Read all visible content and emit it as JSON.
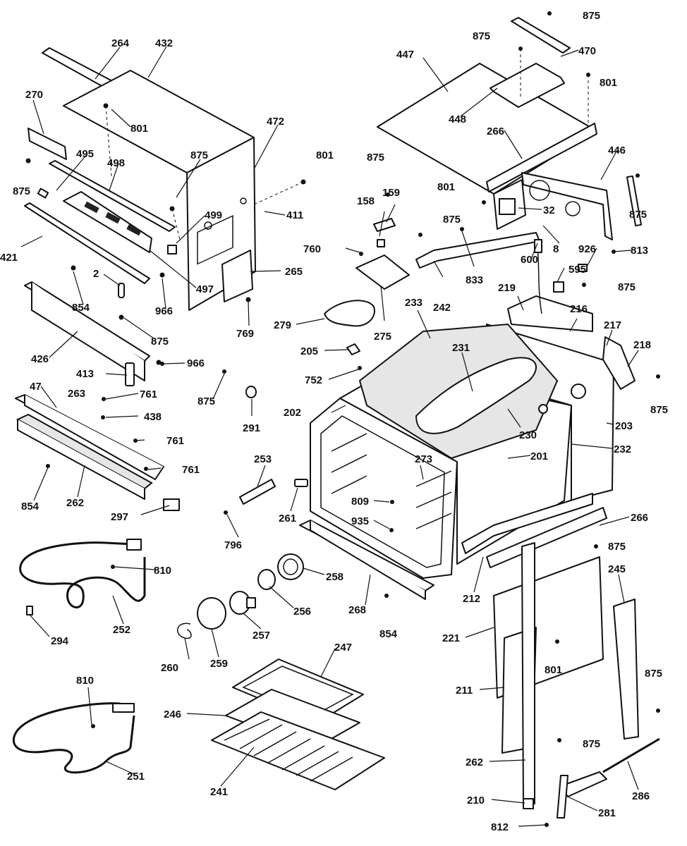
{
  "diagram": {
    "callouts": [
      {
        "id": "264",
        "label": "264"
      },
      {
        "id": "432",
        "label": "432"
      },
      {
        "id": "270",
        "label": "270"
      },
      {
        "id": "801",
        "label": "801"
      },
      {
        "id": "472",
        "label": "472"
      },
      {
        "id": "875",
        "label": "875"
      },
      {
        "id": "495",
        "label": "495"
      },
      {
        "id": "498",
        "label": "498"
      },
      {
        "id": "499",
        "label": "499"
      },
      {
        "id": "411",
        "label": "411"
      },
      {
        "id": "421",
        "label": "421"
      },
      {
        "id": "2",
        "label": "2"
      },
      {
        "id": "497",
        "label": "497"
      },
      {
        "id": "265",
        "label": "265"
      },
      {
        "id": "854",
        "label": "854"
      },
      {
        "id": "966",
        "label": "966"
      },
      {
        "id": "769",
        "label": "769"
      },
      {
        "id": "426",
        "label": "426"
      },
      {
        "id": "413",
        "label": "413"
      },
      {
        "id": "47",
        "label": "47"
      },
      {
        "id": "263",
        "label": "263"
      },
      {
        "id": "761",
        "label": "761"
      },
      {
        "id": "438",
        "label": "438"
      },
      {
        "id": "262",
        "label": "262"
      },
      {
        "id": "297",
        "label": "297"
      },
      {
        "id": "810",
        "label": "810"
      },
      {
        "id": "294",
        "label": "294"
      },
      {
        "id": "252",
        "label": "252"
      },
      {
        "id": "251",
        "label": "251"
      },
      {
        "id": "260",
        "label": "260"
      },
      {
        "id": "259",
        "label": "259"
      },
      {
        "id": "257",
        "label": "257"
      },
      {
        "id": "256",
        "label": "256"
      },
      {
        "id": "258",
        "label": "258"
      },
      {
        "id": "247",
        "label": "247"
      },
      {
        "id": "246",
        "label": "246"
      },
      {
        "id": "241",
        "label": "241"
      },
      {
        "id": "268",
        "label": "268"
      },
      {
        "id": "212",
        "label": "212"
      },
      {
        "id": "221",
        "label": "221"
      },
      {
        "id": "211",
        "label": "211"
      },
      {
        "id": "210",
        "label": "210"
      },
      {
        "id": "812",
        "label": "812"
      },
      {
        "id": "281",
        "label": "281"
      },
      {
        "id": "286",
        "label": "286"
      },
      {
        "id": "245",
        "label": "245"
      },
      {
        "id": "266",
        "label": "266"
      },
      {
        "id": "470",
        "label": "470"
      },
      {
        "id": "447",
        "label": "447"
      },
      {
        "id": "448",
        "label": "448"
      },
      {
        "id": "446",
        "label": "446"
      },
      {
        "id": "32",
        "label": "32"
      },
      {
        "id": "8",
        "label": "8"
      },
      {
        "id": "926",
        "label": "926"
      },
      {
        "id": "813",
        "label": "813"
      },
      {
        "id": "600",
        "label": "600"
      },
      {
        "id": "595",
        "label": "595"
      },
      {
        "id": "833",
        "label": "833"
      },
      {
        "id": "242",
        "label": "242"
      },
      {
        "id": "219",
        "label": "219"
      },
      {
        "id": "216",
        "label": "216"
      },
      {
        "id": "217",
        "label": "217"
      },
      {
        "id": "218",
        "label": "218"
      },
      {
        "id": "158",
        "label": "158"
      },
      {
        "id": "159",
        "label": "159"
      },
      {
        "id": "760",
        "label": "760"
      },
      {
        "id": "275",
        "label": "275"
      },
      {
        "id": "279",
        "label": "279"
      },
      {
        "id": "205",
        "label": "205"
      },
      {
        "id": "752",
        "label": "752"
      },
      {
        "id": "233",
        "label": "233"
      },
      {
        "id": "231",
        "label": "231"
      },
      {
        "id": "202",
        "label": "202"
      },
      {
        "id": "230",
        "label": "230"
      },
      {
        "id": "201",
        "label": "201"
      },
      {
        "id": "203",
        "label": "203"
      },
      {
        "id": "232",
        "label": "232"
      },
      {
        "id": "253",
        "label": "253"
      },
      {
        "id": "273",
        "label": "273"
      },
      {
        "id": "261",
        "label": "261"
      },
      {
        "id": "291",
        "label": "291"
      },
      {
        "id": "809",
        "label": "809"
      },
      {
        "id": "935",
        "label": "935"
      },
      {
        "id": "796",
        "label": "796"
      }
    ]
  }
}
